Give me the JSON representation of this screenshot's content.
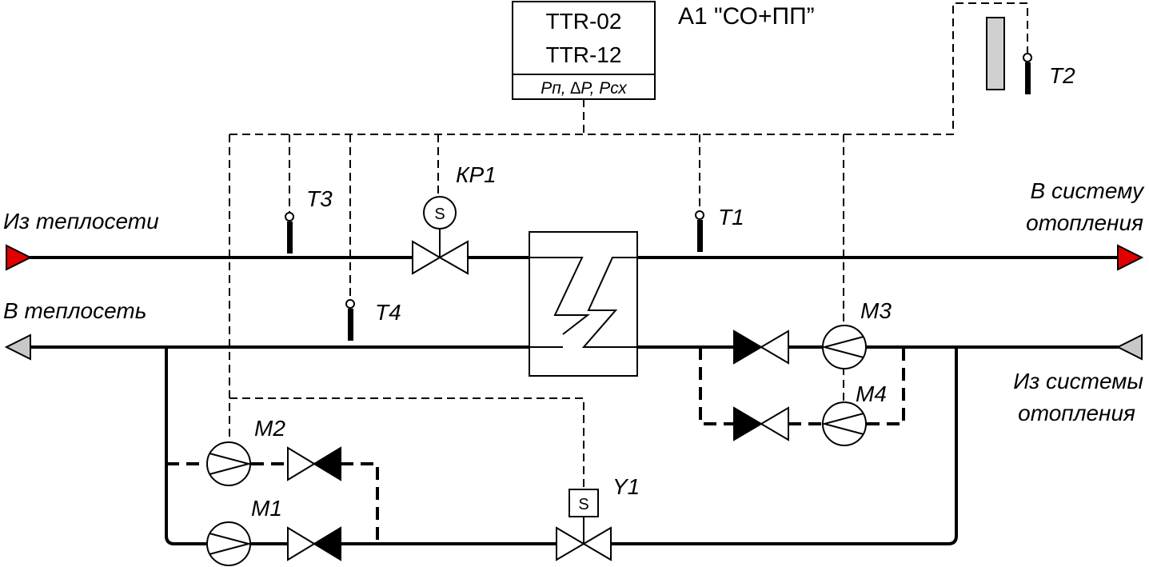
{
  "controller": {
    "model_line1": "TTR-02",
    "model_line2": "TTR-12",
    "inputs": "Pп, ∆P, Pсх",
    "title": "A1 \"СО+ПП”"
  },
  "labels": {
    "from_network": "Из теплосети",
    "to_network": "В теплосеть",
    "to_heating_1": "В систему",
    "to_heating_2": "отопления",
    "from_heating_1": "Из системы",
    "from_heating_2": "отопления"
  },
  "sensors": {
    "t1": "T1",
    "t2": "T2",
    "t3": "T3",
    "t4": "T4"
  },
  "valves": {
    "kp1": "КР1",
    "y1": "Y1",
    "actuator_letter": "S"
  },
  "pumps": {
    "m1": "M1",
    "m2": "M2",
    "m3": "M3",
    "m4": "M4"
  },
  "colors": {
    "supply_arrow": "#e00000",
    "return_arrow": "#c8c8c8",
    "outdoor_sensor_fill": "#d0d0d0",
    "line": "#000000"
  }
}
